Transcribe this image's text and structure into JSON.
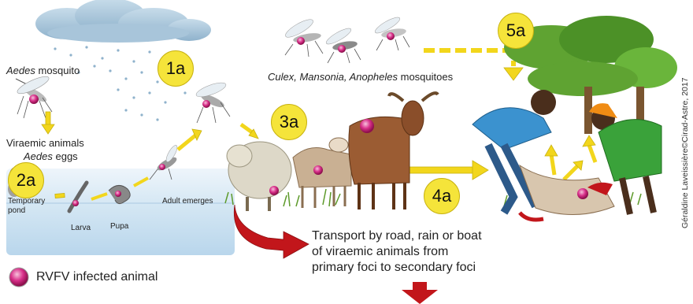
{
  "labels": {
    "aedes_word": "Aedes",
    "aedes_rest": " mosquito",
    "viraemic_animals": "Viraemic animals",
    "aedes_eggs_word": "Aedes",
    "aedes_eggs_rest": " eggs",
    "temporary_pond": "Temporary pond",
    "larva": "Larva",
    "pupa": "Pupa",
    "adult_emerges": "Adult emerges",
    "culex_species": "Culex, Mansonia, Anopheles",
    "culex_rest": " mosquitoes",
    "transport_text": "Transport by road, rain or boat of viraemic animals from primary foci to secondary foci",
    "legend_label": "RVFV infected animal",
    "credit": "Géraldine Laveissière©Cirad-Astre, 2017"
  },
  "badges": {
    "b1a": "1a",
    "b2a": "2a",
    "b3a": "3a",
    "b4a": "4a",
    "b5a": "5a"
  },
  "colors": {
    "badge_fill": "#f5e43a",
    "arrow_yellow": "#f2d61c",
    "arrow_red": "#c2161b",
    "infected_dot": "#c2186b",
    "pond_blue": "#cfe3f1",
    "cloud": "#9fbfd6"
  }
}
